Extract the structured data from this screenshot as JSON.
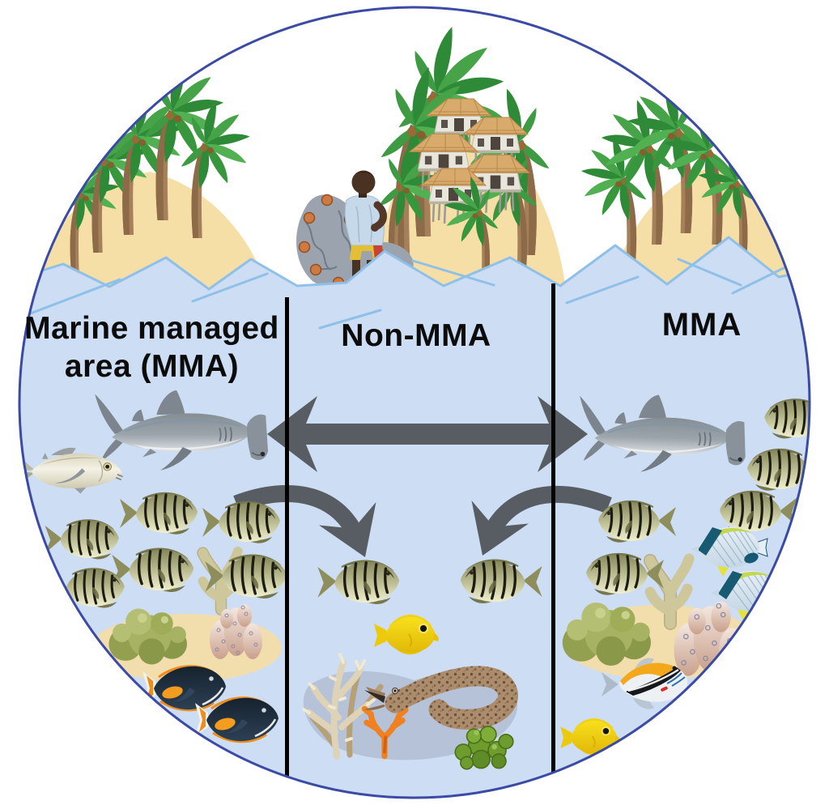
{
  "figure": {
    "type": "conceptual circular diagram",
    "topic": "Marine managed areas (MMA), non-MMA zone and fish spillover",
    "zone_labels": {
      "left_line1": "Marine managed",
      "left_line2": "area (MMA)",
      "center": "Non-MMA",
      "right": "MMA"
    },
    "zones": [
      {
        "name": "Marine managed area (MMA)",
        "position": "left",
        "contents": [
          "hammerhead shark",
          "trevally",
          "6 striped surgeonfish",
          "2 dark orange-marked tangs",
          "green algae clump",
          "khaki branching coral",
          "pink lumpy coral",
          "sand mound"
        ]
      },
      {
        "name": "Non-MMA",
        "position": "center",
        "contents": [
          "2 striped surgeonfish",
          "yellow tang",
          "moray eel",
          "tan staghorn coral",
          "orange coral",
          "green bubble algae",
          "rocky patch"
        ]
      },
      {
        "name": "MMA",
        "position": "right",
        "contents": [
          "hammerhead shark",
          "5 striped surgeonfish",
          "2 butterflyfish",
          "picasso triggerfish",
          "yellow tang",
          "green algae clump",
          "khaki branching coral",
          "pink lumpy coral",
          "sand mound"
        ]
      }
    ],
    "arrows": [
      {
        "type": "double-headed horizontal",
        "between": "left MMA and right MMA across Non-MMA"
      },
      {
        "type": "curved spillover",
        "from": "left MMA",
        "to": "Non-MMA"
      },
      {
        "type": "curved spillover",
        "from": "right MMA",
        "to": "Non-MMA"
      }
    ],
    "shore": {
      "left_island": "sandy island with palm trees",
      "center_island": "island with stilt-house village and palm trees",
      "right_island": "sandy island with palm trees",
      "person": "fisher standing in water carrying a net with floats"
    }
  },
  "colors": {
    "circle_border": "#3a4aa5",
    "water": "#cdddf3",
    "wave_line": "#8ec0e8",
    "sand": "#f6dfa6",
    "divider": "#000000",
    "arrow_gray": "#575d63",
    "label_text": "#0b0b0b"
  }
}
